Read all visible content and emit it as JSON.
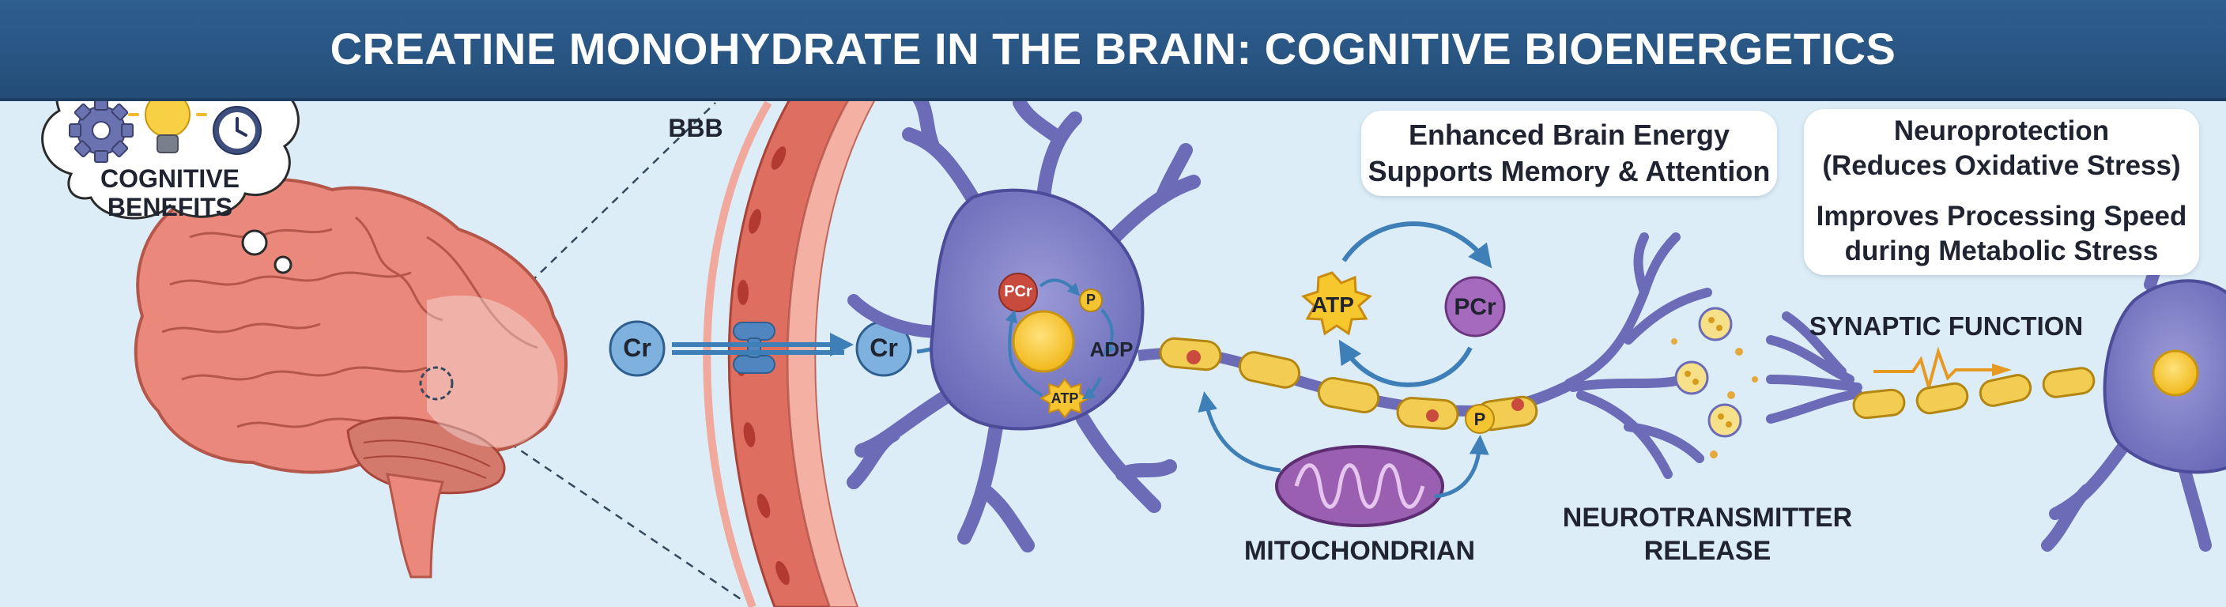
{
  "title": "CREATINE MONOHYDRATE IN THE BRAIN: COGNITIVE BIOENERGETICS",
  "thought_bubble": {
    "line1": "COGNITIVE",
    "line2": "BENEFITS",
    "icons": [
      "gear-icon",
      "lightbulb-icon",
      "clock-icon"
    ]
  },
  "labels": {
    "bbb": "BBB",
    "cr_left": "Cr",
    "cr_right": "Cr",
    "pcr_cell": "PCr",
    "p_small": "P",
    "adp": "ADP",
    "atp_cell": "ATP",
    "atp_cycle": "ATP",
    "pcr_cycle": "PCr",
    "p_axon": "P",
    "mitochondrian": "MITOCHONDRIAN",
    "neurotransmitter_line1": "NEUROTRANSMITTER",
    "neurotransmitter_line2": "RELEASE",
    "synaptic_function": "SYNAPTIC FUNCTION"
  },
  "cards": {
    "energy_line1": "Enhanced Brain Energy",
    "energy_line2": "Supports Memory & Attention",
    "neuro_line1": "Neuroprotection",
    "neuro_line2": "(Reduces Oxidative Stress)",
    "neuro_line3": "Improves Processing Speed",
    "neuro_line4": "during Metabolic Stress"
  },
  "colors": {
    "title_bar": "#2a5888",
    "background": "#dcedf7",
    "neuron": "#6b6bb8",
    "vessel": "#d9665a",
    "brain": "#e8877a",
    "cr_molecule": "#6fa6d6",
    "atp_star": "#f5c431",
    "pcr_purple": "#9a62b0",
    "myelin": "#f3cd52",
    "arrow_blue": "#3f7fb8"
  }
}
